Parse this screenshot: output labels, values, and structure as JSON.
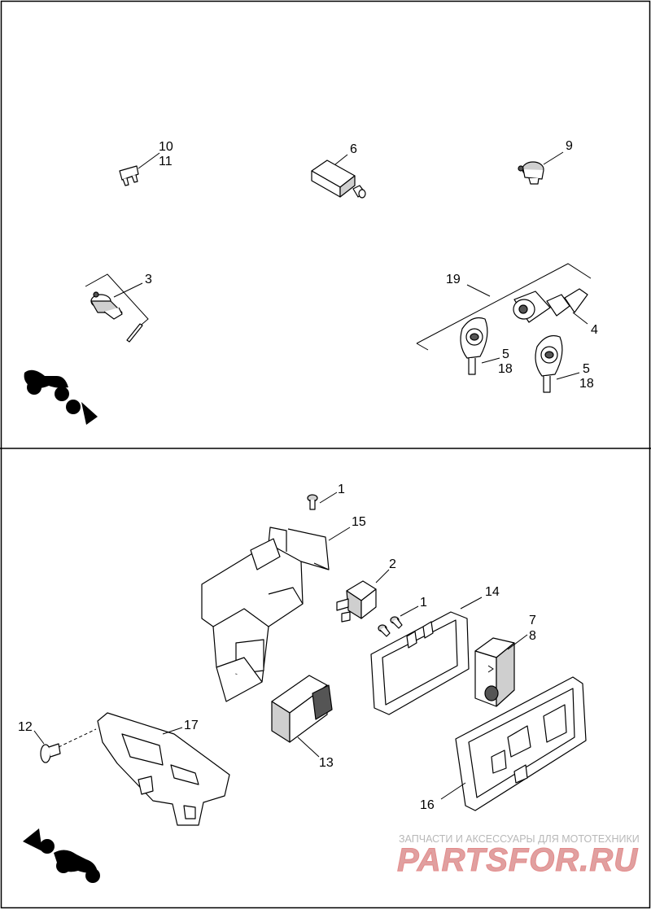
{
  "callouts": {
    "top": [
      {
        "id": "c10",
        "text": "10"
      },
      {
        "id": "c11",
        "text": "11"
      },
      {
        "id": "c6",
        "text": "6"
      },
      {
        "id": "c9",
        "text": "9"
      },
      {
        "id": "c3",
        "text": "3"
      },
      {
        "id": "c19",
        "text": "19"
      },
      {
        "id": "c4",
        "text": "4"
      },
      {
        "id": "c5a",
        "text": "5"
      },
      {
        "id": "c18a",
        "text": "18"
      },
      {
        "id": "c5b",
        "text": "5"
      },
      {
        "id": "c18b",
        "text": "18"
      }
    ],
    "bottom": [
      {
        "id": "c1a",
        "text": "1"
      },
      {
        "id": "c15",
        "text": "15"
      },
      {
        "id": "c2",
        "text": "2"
      },
      {
        "id": "c1b",
        "text": "1"
      },
      {
        "id": "c14",
        "text": "14"
      },
      {
        "id": "c7",
        "text": "7"
      },
      {
        "id": "c8",
        "text": "8"
      },
      {
        "id": "c12",
        "text": "12"
      },
      {
        "id": "c17",
        "text": "17"
      },
      {
        "id": "c13",
        "text": "13"
      },
      {
        "id": "c16",
        "text": "16"
      }
    ]
  },
  "watermark": {
    "subtitle": "ЗАПЧАСТИ И АКСЕССУАРЫ ДЛЯ МОТОТЕХНИКИ",
    "logo": "PARTSFOR.RU"
  },
  "icons": {
    "top_orientation": "motorcycle-forward-arrow-icon",
    "bottom_orientation": "motorcycle-rear-arrow-icon"
  }
}
